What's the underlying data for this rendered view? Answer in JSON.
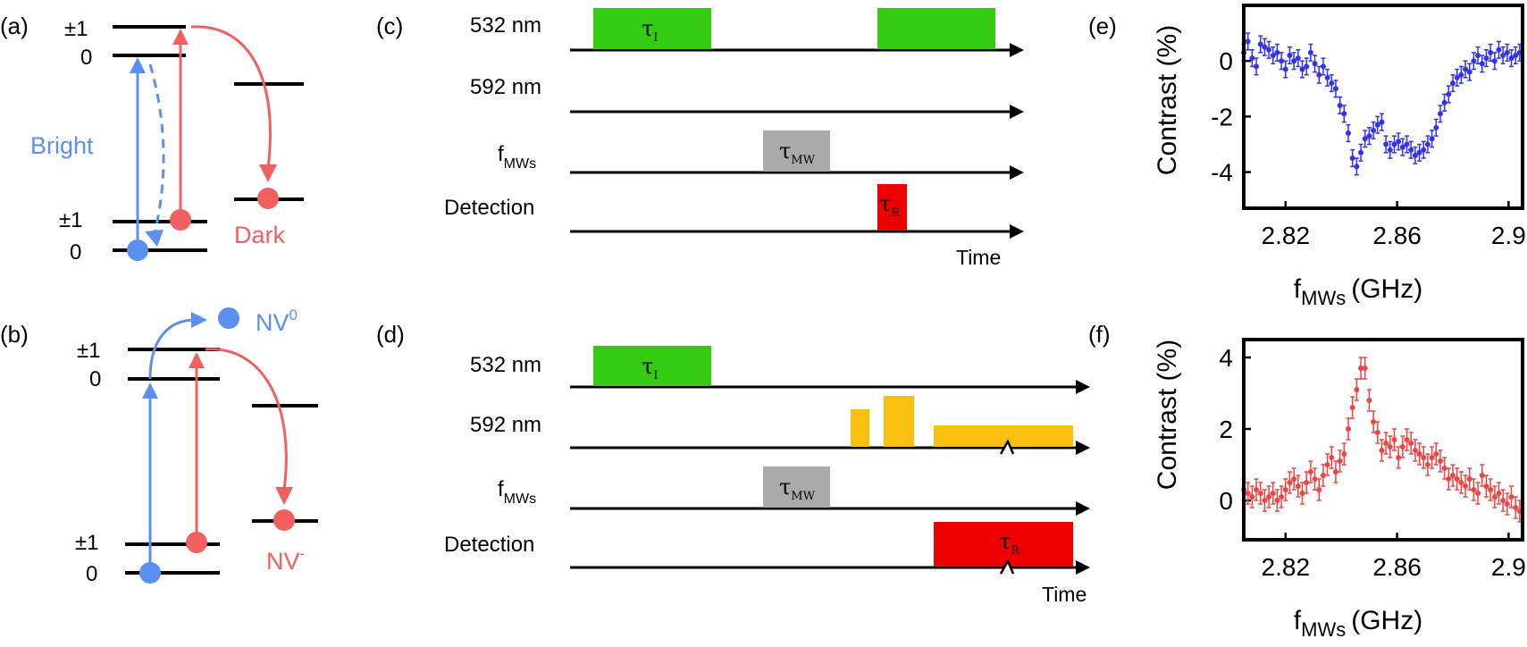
{
  "panel_labels": {
    "a": "(a)",
    "b": "(b)",
    "c": "(c)",
    "d": "(d)",
    "e": "(e)",
    "f": "(f)"
  },
  "colors": {
    "blue": "#5b8ff0",
    "red": "#f06060",
    "green": "#33cc11",
    "orange": "#fbbf10",
    "gray": "#aaaaaa",
    "detect_red": "#ee0000",
    "plot_blue": "#3333ee",
    "plot_red": "#ee4444"
  },
  "energy_a": {
    "pm1_upper": "±1",
    "zero_upper": "0",
    "pm1_lower": "±1",
    "zero_lower": "0",
    "bright": "Bright",
    "dark": "Dark"
  },
  "energy_b": {
    "pm1_upper": "±1",
    "zero_upper": "0",
    "pm1_lower": "±1",
    "zero_lower": "0",
    "nv0_base": "NV",
    "nv0_sup": "0",
    "nvm_base": "NV",
    "nvm_sup": "-"
  },
  "seq_c": {
    "rows": [
      "532 nm",
      "592 nm",
      "f",
      "Detection"
    ],
    "f_sub": "MWs",
    "tau_i": "τ",
    "tau_i_sub": "I",
    "tau_mw": "τ",
    "tau_mw_sub": "MW",
    "tau_r": "τ",
    "tau_r_sub": "R",
    "time": "Time"
  },
  "seq_d": {
    "rows": [
      "532 nm",
      "592 nm",
      "f",
      "Detection"
    ],
    "f_sub": "MWs",
    "tau_i": "τ",
    "tau_i_sub": "I",
    "tau_mw": "τ",
    "tau_mw_sub": "MW",
    "tau_r": "τ",
    "tau_r_sub": "R",
    "time": "Time"
  },
  "chart_data": [
    {
      "panel": "e",
      "type": "scatter",
      "ylabel": "Contrast (%)",
      "xlabel": "f",
      "xlabel_sub": "MWs",
      "xlabel_unit": "(GHz)",
      "xlim": [
        2.805,
        2.905
      ],
      "ylim": [
        -5.3,
        2.0
      ],
      "xticks": [
        "2.82",
        "2.86",
        "2.9"
      ],
      "xtick_values": [
        2.82,
        2.86,
        2.9
      ],
      "yticks": [
        "0",
        "-2",
        "-4"
      ],
      "ytick_values": [
        0,
        -2,
        -4
      ],
      "x": [
        2.805,
        2.8065,
        2.808,
        2.8095,
        2.811,
        2.8125,
        2.814,
        2.8155,
        2.817,
        2.8185,
        2.82,
        2.8215,
        2.823,
        2.8245,
        2.826,
        2.8275,
        2.829,
        2.8305,
        2.832,
        2.8335,
        2.835,
        2.8365,
        2.838,
        2.8395,
        2.841,
        2.8425,
        2.844,
        2.8455,
        2.847,
        2.8485,
        2.85,
        2.8515,
        2.853,
        2.8545,
        2.856,
        2.8575,
        2.859,
        2.8605,
        2.862,
        2.8635,
        2.865,
        2.8665,
        2.868,
        2.8695,
        2.871,
        2.8725,
        2.874,
        2.8755,
        2.877,
        2.8785,
        2.88,
        2.8815,
        2.883,
        2.8845,
        2.886,
        2.8875,
        2.889,
        2.8905,
        2.892,
        2.8935,
        2.895,
        2.8965,
        2.898,
        2.8995,
        2.901,
        2.9025,
        2.904
      ],
      "y": [
        0.3,
        0.7,
        0.1,
        -0.2,
        0.6,
        0.5,
        0.4,
        0.2,
        0.3,
        0.0,
        -0.3,
        0.2,
        0.0,
        0.1,
        -0.3,
        -0.2,
        0.3,
        -0.1,
        -0.5,
        -0.2,
        -0.6,
        -0.8,
        -1.0,
        -1.6,
        -1.9,
        -2.6,
        -3.5,
        -3.8,
        -3.3,
        -2.8,
        -2.7,
        -2.5,
        -2.3,
        -2.2,
        -3.0,
        -3.2,
        -3.0,
        -2.9,
        -3.1,
        -3.0,
        -3.2,
        -3.4,
        -3.3,
        -3.2,
        -3.0,
        -2.8,
        -2.4,
        -1.9,
        -1.5,
        -1.2,
        -0.8,
        -0.6,
        -0.5,
        -0.3,
        -0.4,
        0.0,
        0.2,
        -0.1,
        0.1,
        0.3,
        0.0,
        0.4,
        0.2,
        0.3,
        0.1,
        0.2,
        0.3
      ],
      "error": 0.3
    },
    {
      "panel": "f",
      "type": "scatter",
      "ylabel": "Contrast (%)",
      "xlabel": "f",
      "xlabel_sub": "MWs",
      "xlabel_unit": "(GHz)",
      "xlim": [
        2.805,
        2.905
      ],
      "ylim": [
        -1.1,
        4.5
      ],
      "xticks": [
        "2.82",
        "2.86",
        "2.9"
      ],
      "xtick_values": [
        2.82,
        2.86,
        2.9
      ],
      "yticks": [
        "4",
        "2",
        "0"
      ],
      "ytick_values": [
        4,
        2,
        0
      ],
      "x": [
        2.805,
        2.8065,
        2.808,
        2.8095,
        2.811,
        2.8125,
        2.814,
        2.8155,
        2.817,
        2.8185,
        2.82,
        2.8215,
        2.823,
        2.8245,
        2.826,
        2.8275,
        2.829,
        2.8305,
        2.832,
        2.8335,
        2.835,
        2.8365,
        2.838,
        2.8395,
        2.841,
        2.8425,
        2.844,
        2.8455,
        2.847,
        2.8485,
        2.85,
        2.8515,
        2.853,
        2.8545,
        2.856,
        2.8575,
        2.859,
        2.8605,
        2.862,
        2.8635,
        2.865,
        2.8665,
        2.868,
        2.8695,
        2.871,
        2.8725,
        2.874,
        2.8755,
        2.877,
        2.8785,
        2.88,
        2.8815,
        2.883,
        2.8845,
        2.886,
        2.8875,
        2.889,
        2.8905,
        2.892,
        2.8935,
        2.895,
        2.8965,
        2.898,
        2.8995,
        2.901,
        2.9025,
        2.904
      ],
      "y": [
        0.3,
        0.2,
        0.1,
        0.3,
        0.2,
        0.0,
        0.1,
        0.2,
        0.0,
        0.1,
        0.3,
        0.5,
        0.6,
        0.4,
        0.2,
        0.5,
        0.8,
        0.6,
        0.3,
        0.7,
        1.0,
        1.2,
        0.8,
        1.1,
        1.3,
        2.0,
        2.6,
        3.1,
        3.7,
        3.7,
        2.8,
        2.2,
        1.9,
        1.4,
        1.6,
        1.5,
        1.7,
        1.2,
        1.5,
        1.7,
        1.6,
        1.4,
        1.3,
        1.2,
        1.0,
        1.2,
        1.3,
        1.1,
        0.9,
        0.6,
        0.7,
        0.6,
        0.5,
        0.4,
        0.6,
        0.3,
        0.2,
        0.7,
        0.4,
        0.3,
        0.1,
        0.2,
        0.0,
        -0.1,
        0.1,
        -0.2,
        -0.3
      ],
      "error": 0.3
    }
  ]
}
